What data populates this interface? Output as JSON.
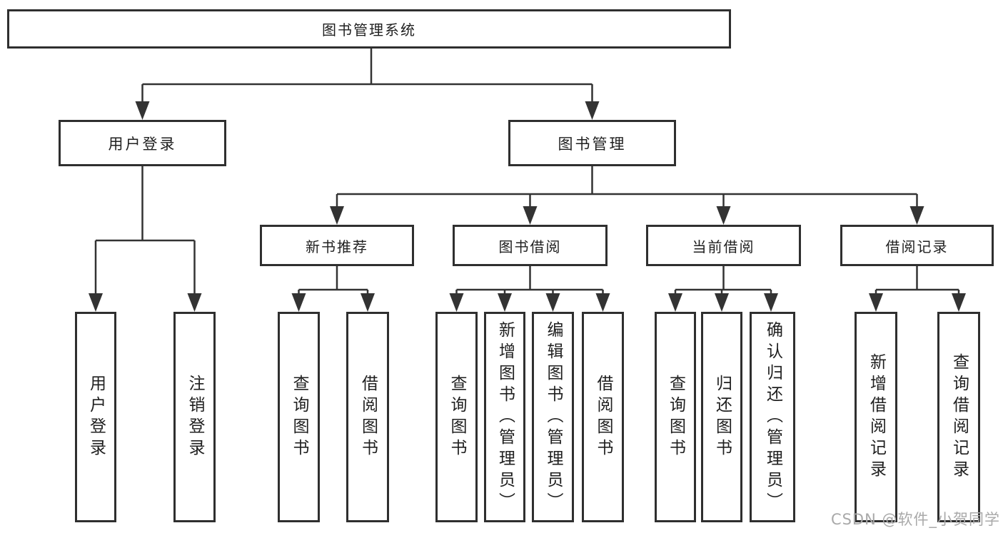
{
  "diagram": {
    "root": "图书管理系统",
    "branches": [
      {
        "label": "用户登录",
        "children": [
          "用户登录",
          "注销登录"
        ]
      },
      {
        "label": "图书管理",
        "sections": [
          {
            "label": "新书推荐",
            "children": [
              "查询图书",
              "借阅图书"
            ]
          },
          {
            "label": "图书借阅",
            "children": [
              "查询图书",
              "新增图书（管理员）",
              "编辑图书（管理员）",
              "借阅图书"
            ]
          },
          {
            "label": "当前借阅",
            "children": [
              "查询图书",
              "归还图书",
              "确认归还（管理员）"
            ]
          },
          {
            "label": "借阅记录",
            "children": [
              "新增借阅记录",
              "查询借阅记录"
            ]
          }
        ]
      }
    ],
    "watermark": "CSDN @软件_小贺同学",
    "colors": {
      "line": "#333333",
      "box_border": "#2f2f2f",
      "text": "#1f1f1f",
      "watermark": "#a9a9a9",
      "background": "#ffffff"
    }
  }
}
